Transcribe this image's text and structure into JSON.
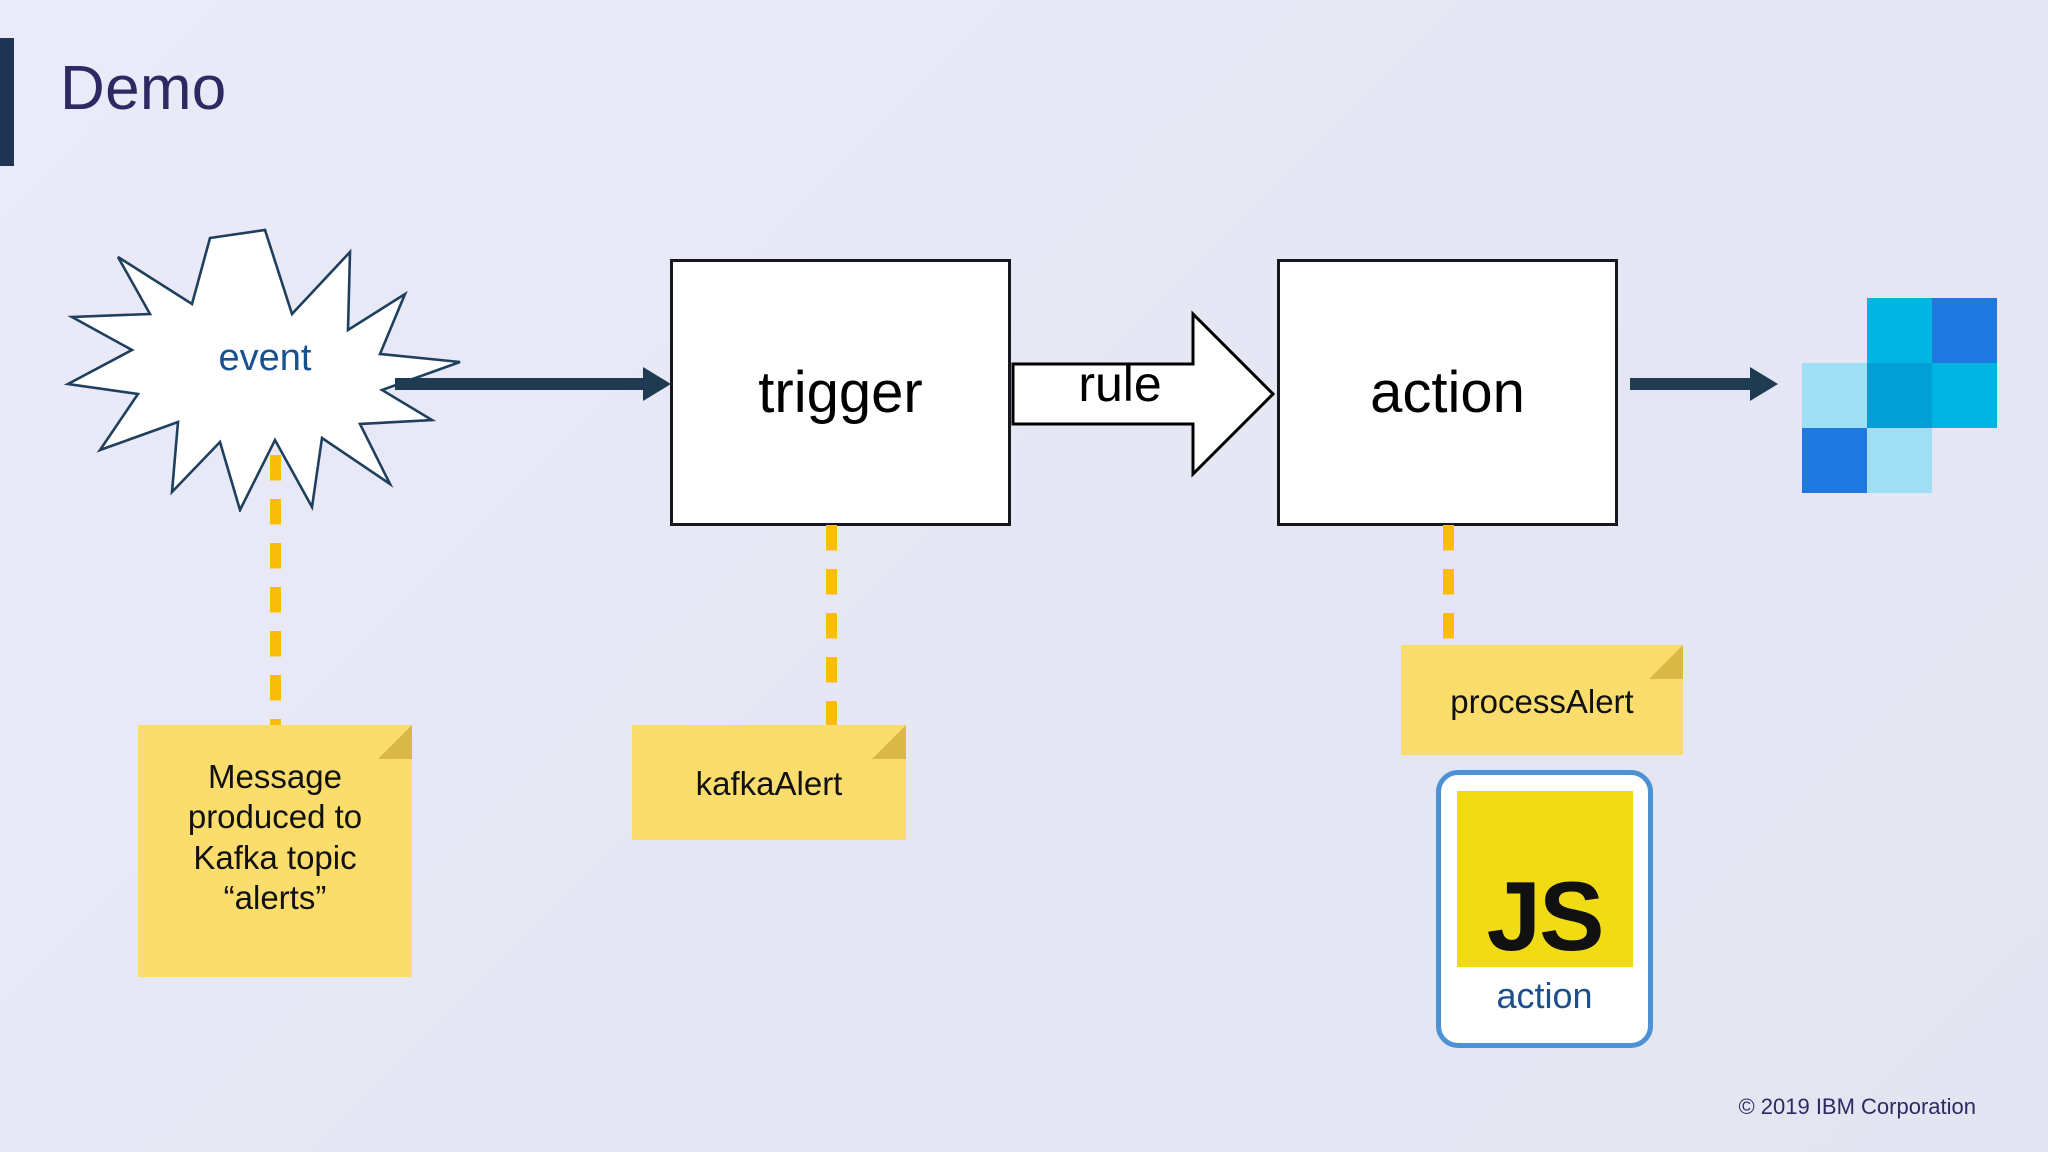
{
  "slide": {
    "title": "Demo",
    "background_color": "#e6e7f4",
    "accent_bar_color": "#1f3553",
    "title_color": "#2d2a63"
  },
  "flow": {
    "event": {
      "label": "event",
      "label_color": "#17518f",
      "shape": "starburst",
      "fill": "#ffffff",
      "stroke": "#1f3f5e"
    },
    "trigger": {
      "label": "trigger",
      "fill": "#ffffff",
      "stroke": "#16181d"
    },
    "rule": {
      "label": "rule",
      "shape": "block-arrow-right",
      "fill": "#ffffff",
      "stroke": "#000000"
    },
    "action": {
      "label": "action",
      "fill": "#ffffff",
      "stroke": "#16181d"
    },
    "arrows": {
      "event_to_trigger": "arrow-right-icon",
      "action_to_logo": "arrow-right-icon",
      "color": "#1f3b52"
    }
  },
  "notes": {
    "dash_color": "#fcbc0a",
    "message": {
      "text": "Message\nproduced to\nKafka topic\n“alerts”",
      "fill": "#fbdd6e"
    },
    "kafka": {
      "text": "kafkaAlert",
      "fill": "#fbdd6e"
    },
    "process": {
      "text": "processAlert",
      "fill": "#fbdd6e"
    }
  },
  "js_action_card": {
    "logo_text": "JS",
    "logo_fill": "#f0db15",
    "label": "action",
    "label_color": "#1d4f8c",
    "border_color": "#4e92d6"
  },
  "logo_blocks": {
    "name": "ibm-cloud-functions-logo",
    "cells": [
      {
        "row": 0,
        "col": 1,
        "color": "#00b5e2"
      },
      {
        "row": 0,
        "col": 2,
        "color": "#1f78e0"
      },
      {
        "row": 1,
        "col": 0,
        "color": "#9fdef5"
      },
      {
        "row": 1,
        "col": 1,
        "color": "#009fd6"
      },
      {
        "row": 1,
        "col": 2,
        "color": "#00b5e2"
      },
      {
        "row": 2,
        "col": 0,
        "color": "#1f78e0"
      },
      {
        "row": 2,
        "col": 1,
        "color": "#9fdef5"
      }
    ]
  },
  "footer": {
    "copyright": "© 2019 IBM Corporation"
  }
}
